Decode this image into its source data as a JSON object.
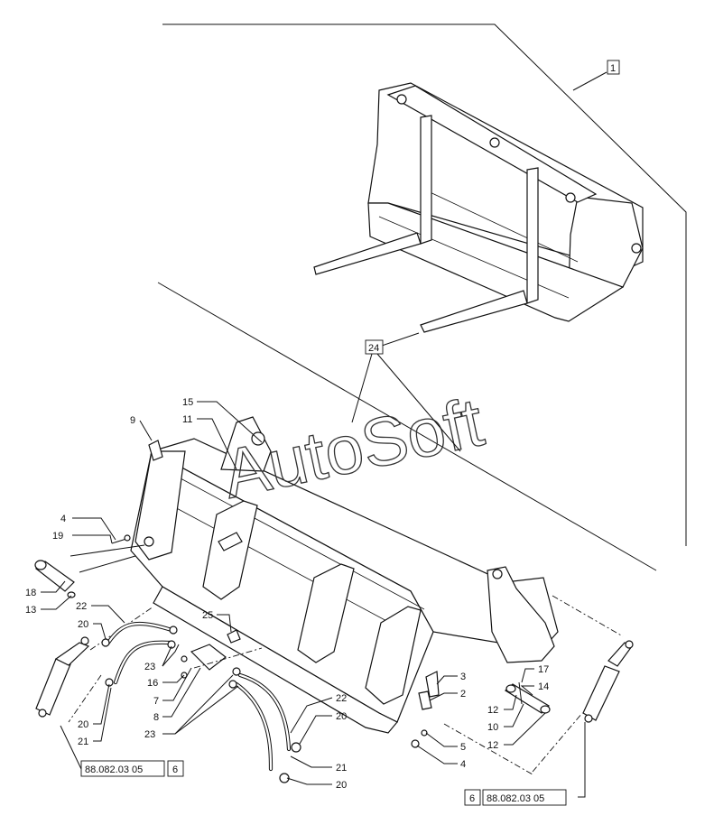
{
  "watermark": "AutoSoft",
  "callouts": {
    "c1": "1",
    "c24": "24",
    "c15": "15",
    "c11": "11",
    "c9": "9",
    "c4a": "4",
    "c19": "19",
    "c18": "18",
    "c13": "13",
    "c22a": "22",
    "c25": "25",
    "c20a": "20",
    "c23a": "23",
    "c16": "16",
    "c7": "7",
    "c8": "8",
    "c23b": "23",
    "c20b": "20",
    "c21a": "21",
    "c3": "3",
    "c2": "2",
    "c5": "5",
    "c4b": "4",
    "c22b": "22",
    "c20c": "20",
    "c21b": "21",
    "c20d": "20",
    "c17": "17",
    "c14": "14",
    "c12a": "12",
    "c10": "10",
    "c12b": "12"
  },
  "references": {
    "left": {
      "code": "88.082.03 05",
      "page": "6"
    },
    "right": {
      "page": "6",
      "code": "88.082.03 05"
    }
  }
}
